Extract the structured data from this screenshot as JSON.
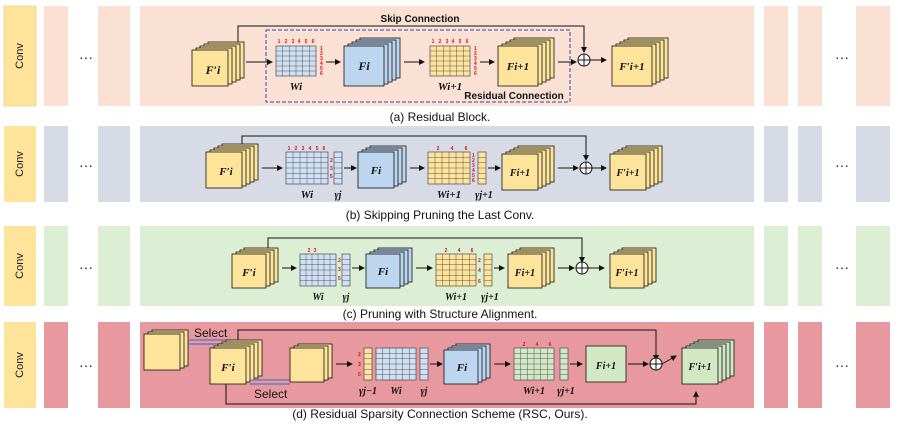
{
  "colors": {
    "conv": "#fde49a",
    "row_a": "#fbe1d4",
    "row_b": "#d7dbe6",
    "row_c": "#dcefd5",
    "row_d": "#e8999f",
    "feature": "#fde49a",
    "feature_mid": "#bcd6ef",
    "feature_green": "#d2e8c2",
    "weight_blue": "#cfe0f2",
    "weight_yellow": "#fde49a",
    "index_red": "#e02020",
    "dashed_box": "#3344bb"
  },
  "conv_label": "Conv",
  "ellipsis": "···",
  "rows": [
    {
      "caption": "(a) Residual Block.",
      "skip_label": "Skip Connection",
      "residual_label": "Residual Connection",
      "f_in": "F′i",
      "w1": "Wi",
      "f_mid": "Fi",
      "w2": "Wi+1",
      "f_out": "Fi+1",
      "f_res": "F′i+1",
      "w1_cols": [
        "1",
        "2",
        "3",
        "4",
        "5",
        "6"
      ],
      "w2_cols": [
        "1",
        "2",
        "3",
        "4",
        "5",
        "6"
      ],
      "w1_side": [
        "1",
        "2",
        "3",
        "4",
        "5",
        "6"
      ],
      "w2_side": [
        "1",
        "2",
        "3",
        "4",
        "5",
        "6"
      ]
    },
    {
      "caption": "(b) Skipping Pruning the Last Conv.",
      "f_in": "F′i",
      "w1": "Wi",
      "g1": "γj",
      "f_mid": "Fi",
      "w2": "Wi+1",
      "g2": "γj+1",
      "f_out": "Fi+1",
      "f_res": "F′i+1",
      "w1_cols": [
        "1",
        "2",
        "3",
        "4",
        "5",
        "6"
      ],
      "w2_cols": [
        "2",
        "4",
        "6"
      ],
      "w1_side": [
        "2",
        "3",
        "5"
      ],
      "w2_side": [
        "1",
        "2",
        "3",
        "4",
        "5",
        "6"
      ]
    },
    {
      "caption": "(c) Pruning with Structure Alignment.",
      "f_in": "F′i",
      "w1": "Wi",
      "g1": "γj",
      "f_mid": "Fi",
      "w2": "Wi+1",
      "g2": "γj+1",
      "f_out": "Fi+1",
      "f_res": "F′i+1",
      "w1_cols": [
        "2",
        "3"
      ],
      "w2_cols": [
        "2",
        "4",
        "6"
      ],
      "w1_side": [
        "2",
        "3",
        "5"
      ],
      "w2_side": [
        "2",
        "4",
        "6"
      ]
    },
    {
      "caption": "(d) Residual Sparsity Connection Scheme (RSC, Ours).",
      "select_label": "Select",
      "f_in": "F′i",
      "g0": "γj−1",
      "w1": "Wi",
      "g1": "γj",
      "f_mid": "Fi",
      "w2": "Wi+1",
      "g2": "γj+1",
      "f_out": "Fi+1",
      "f_res": "F′i+1",
      "w1_side_left": [
        "2",
        "3",
        "5"
      ],
      "w2_cols": [
        "2",
        "4",
        "6"
      ]
    }
  ]
}
